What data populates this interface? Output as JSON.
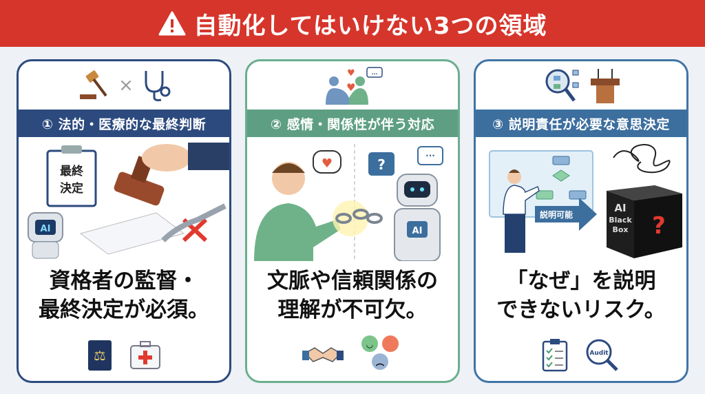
{
  "header": {
    "title": "自動化してはいけない3つの領域",
    "icon": "warning-icon"
  },
  "cards": [
    {
      "title": "① 法的・医療的な最終判断",
      "message_line1": "資格者の監督・",
      "message_line2": "最終決定が必須。",
      "document_label_line1": "最終",
      "document_label_line2": "決定",
      "robot_label": "AI",
      "accent": "#2c4a7e"
    },
    {
      "title": "② 感情・関係性が伴う対応",
      "message_line1": "文脈や信頼関係の",
      "message_line2": "理解が不可欠。",
      "question_mark": "?",
      "robot_label": "AI",
      "accent": "#5e9f83"
    },
    {
      "title": "③ 説明責任が必要な意思決定",
      "message_line1": "「なぜ」を説明",
      "message_line2": "できないリスク。",
      "arrow_label": "説明可能",
      "box_line1": "AI",
      "box_line2": "Black",
      "box_line3": "Box",
      "question_mark": "?",
      "audit_label": "Audit",
      "accent": "#3c6e9e"
    }
  ]
}
